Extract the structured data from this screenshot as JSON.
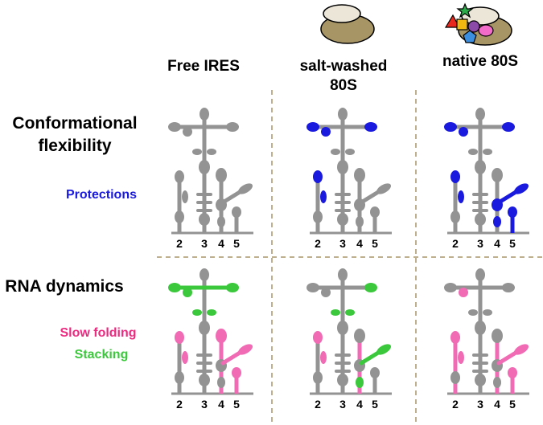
{
  "columns": [
    {
      "title_lines": [
        "Free IRES"
      ]
    },
    {
      "title_lines": [
        "salt-washed",
        "80S"
      ]
    },
    {
      "title_lines": [
        "native 80S"
      ]
    }
  ],
  "rows": [
    {
      "title_lines": [
        "Conformational",
        "flexibility"
      ],
      "legend": [
        {
          "label": "Protections",
          "color": "#1a1adf"
        }
      ]
    },
    {
      "title_lines": [
        "RNA dynamics"
      ],
      "legend": [
        {
          "label": "Slow folding",
          "color": "#ec2a7f"
        },
        {
          "label": "Stacking",
          "color": "#3cc83c"
        }
      ]
    }
  ],
  "domain_labels": [
    "2",
    "3",
    "4",
    "5"
  ],
  "colors": {
    "structure_gray": "#939393",
    "protection_blue": "#1a1adf",
    "slow_folding_pink": "#f06ab4",
    "stacking_green": "#3cc83c",
    "divider": "#a8956a",
    "ribosome_fill": "#a89566",
    "ribosome_top": "#ece6d8"
  },
  "icons": [
    "ribosome-icon",
    "ribosome-with-factors-icon"
  ]
}
